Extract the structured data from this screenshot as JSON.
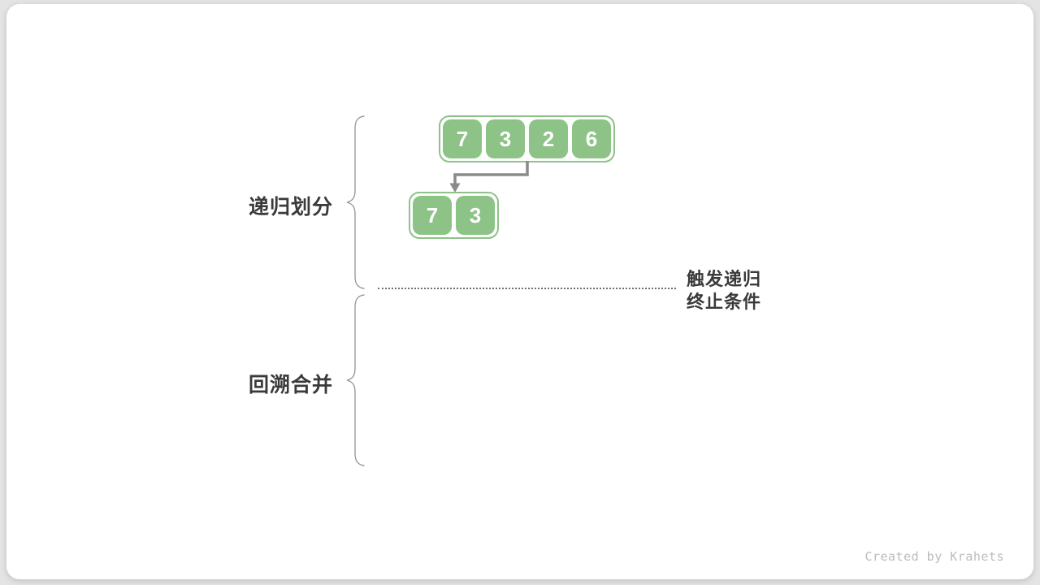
{
  "diagram": {
    "title_context": "merge-sort recursion diagram",
    "phases": [
      {
        "label": "递归划分"
      },
      {
        "label": "回溯合并"
      }
    ],
    "annotation": {
      "line1": "触发递归",
      "line2": "终止条件"
    },
    "arrays": [
      {
        "values": [
          "7",
          "3",
          "2",
          "6"
        ]
      },
      {
        "values": [
          "7",
          "3"
        ]
      }
    ],
    "credit": "Created by Krahets",
    "colors": {
      "cell_green": "#8dc387",
      "arrow_gray": "#8a8a8a",
      "brace_gray": "#9b9b9b",
      "dotted_line_gray": "#6f6f6f",
      "label_dark": "#3a3a3a",
      "credit_gray": "#bcbcbc",
      "card_white": "#ffffff",
      "page_background": "#e4e4e4"
    }
  }
}
